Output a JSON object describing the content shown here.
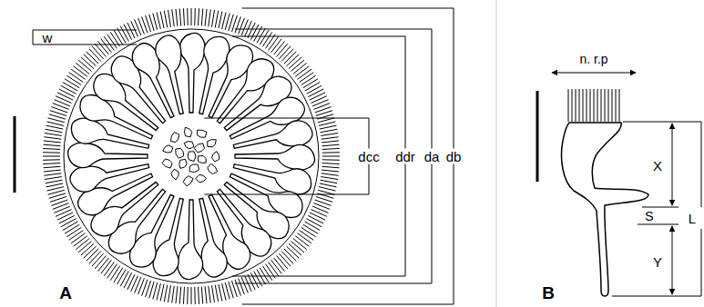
{
  "diagram": {
    "labels": [
      "w",
      "dcc",
      "ddr",
      "da",
      "db",
      "A",
      "n. r.p",
      "X",
      "S",
      "L",
      "Y",
      "B"
    ]
  }
}
